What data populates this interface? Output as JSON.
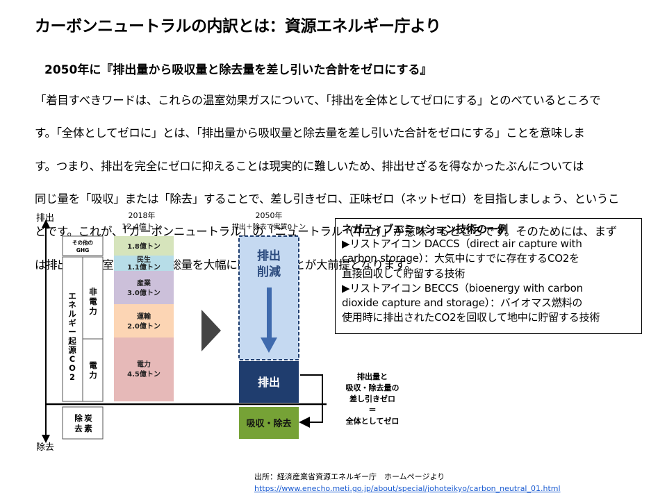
{
  "title": "カーボンニュートラルの内訳とは：資源エネルギー庁より",
  "subtitle": "2050年に『排出量から吸収量と除去量を差し引いた合計をゼロにする』",
  "body_lines": [
    "「着目すべきワードは、これらの温室効果ガスについて、「排出を全体としてゼロにする」とのべているところで",
    "す。「全体としてゼロに」とは、「排出量から吸収量と除去量を差し引いた合計をゼロにする」ことを意味しま",
    "す。つまり、排出を完全にゼロに抑えることは現実的に難しいため、排出せざるを得なかったぶんについては",
    "同じ量を「吸収」または「除去」することで、差し引きゼロ、正味ゼロ（ネットゼロ）を目指しましょう、というこ",
    "とです。これが、「カーボンニュートラル」の「ニュートラル（中立）」が意味するところです。そのためには、まず",
    "は排出する温室効果ガスの総量を大幅に削減することが大前提となります。"
  ],
  "negative_emissions": {
    "heading": "ネガティブエミッション技術の一例",
    "lines": [
      "▶リストアイコン DACCS（direct air capture with",
      "carbon storage）：大気中にすでに存在するCO2を",
      "直接回収して貯留する技術",
      "▶リストアイコン BECCS（bioenergy with carbon",
      "dioxide capture and storage）：バイオマス燃料の",
      "使用時に排出されたCO2を回収して地中に貯留する技術"
    ]
  },
  "diagram": {
    "axis_top": "排出",
    "axis_bottom": "除去",
    "col2018": {
      "year": "2018年",
      "total": "12.4億トン"
    },
    "col2050": {
      "year": "2050年",
      "note": "排出＋除去で実質0トン"
    },
    "left_labels": {
      "other_ghg": [
        "その他の",
        "GHG"
      ],
      "energy_co2": [
        "エ",
        "ネ",
        "ル",
        "ギ",
        "ー",
        "起",
        "源",
        "C",
        "O",
        "2"
      ],
      "non_power": [
        "非",
        "電",
        "力"
      ],
      "power": [
        "電",
        "力"
      ],
      "carbon_sink": [
        "炭",
        "素",
        "除",
        "去"
      ]
    },
    "segments2018": [
      {
        "label": "1.8億トン",
        "color": "#d6e4bc"
      },
      {
        "label": "民生",
        "label2": "1.1億トン",
        "color": "#b7dde8"
      },
      {
        "label": "産業",
        "label2": "3.0億トン",
        "color": "#ccc0da"
      },
      {
        "label": "運輸",
        "label2": "2.0億トン",
        "color": "#fcd5b4"
      },
      {
        "label": "電力",
        "label2": "4.5億トン",
        "color": "#e6b9b8"
      }
    ],
    "reduction": [
      "排出",
      "削減"
    ],
    "emission_2050": "排出",
    "absorption": "吸収・除去",
    "net_zero": [
      "排出量と",
      "吸収・除去量の",
      "差し引きゼロ",
      "＝",
      "全体としてゼロ"
    ],
    "colors": {
      "reduction_fill": "#c5d9f1",
      "dark_blue": "#1f3d6e",
      "green": "#76a236",
      "arrow": "#3f6aad"
    }
  },
  "source": {
    "text": "出所：経済産業省資源エネルギー庁　ホームページより",
    "url": "https://www.enecho.meti.go.jp/about/special/johoteikyo/carbon_neutral_01.html"
  }
}
